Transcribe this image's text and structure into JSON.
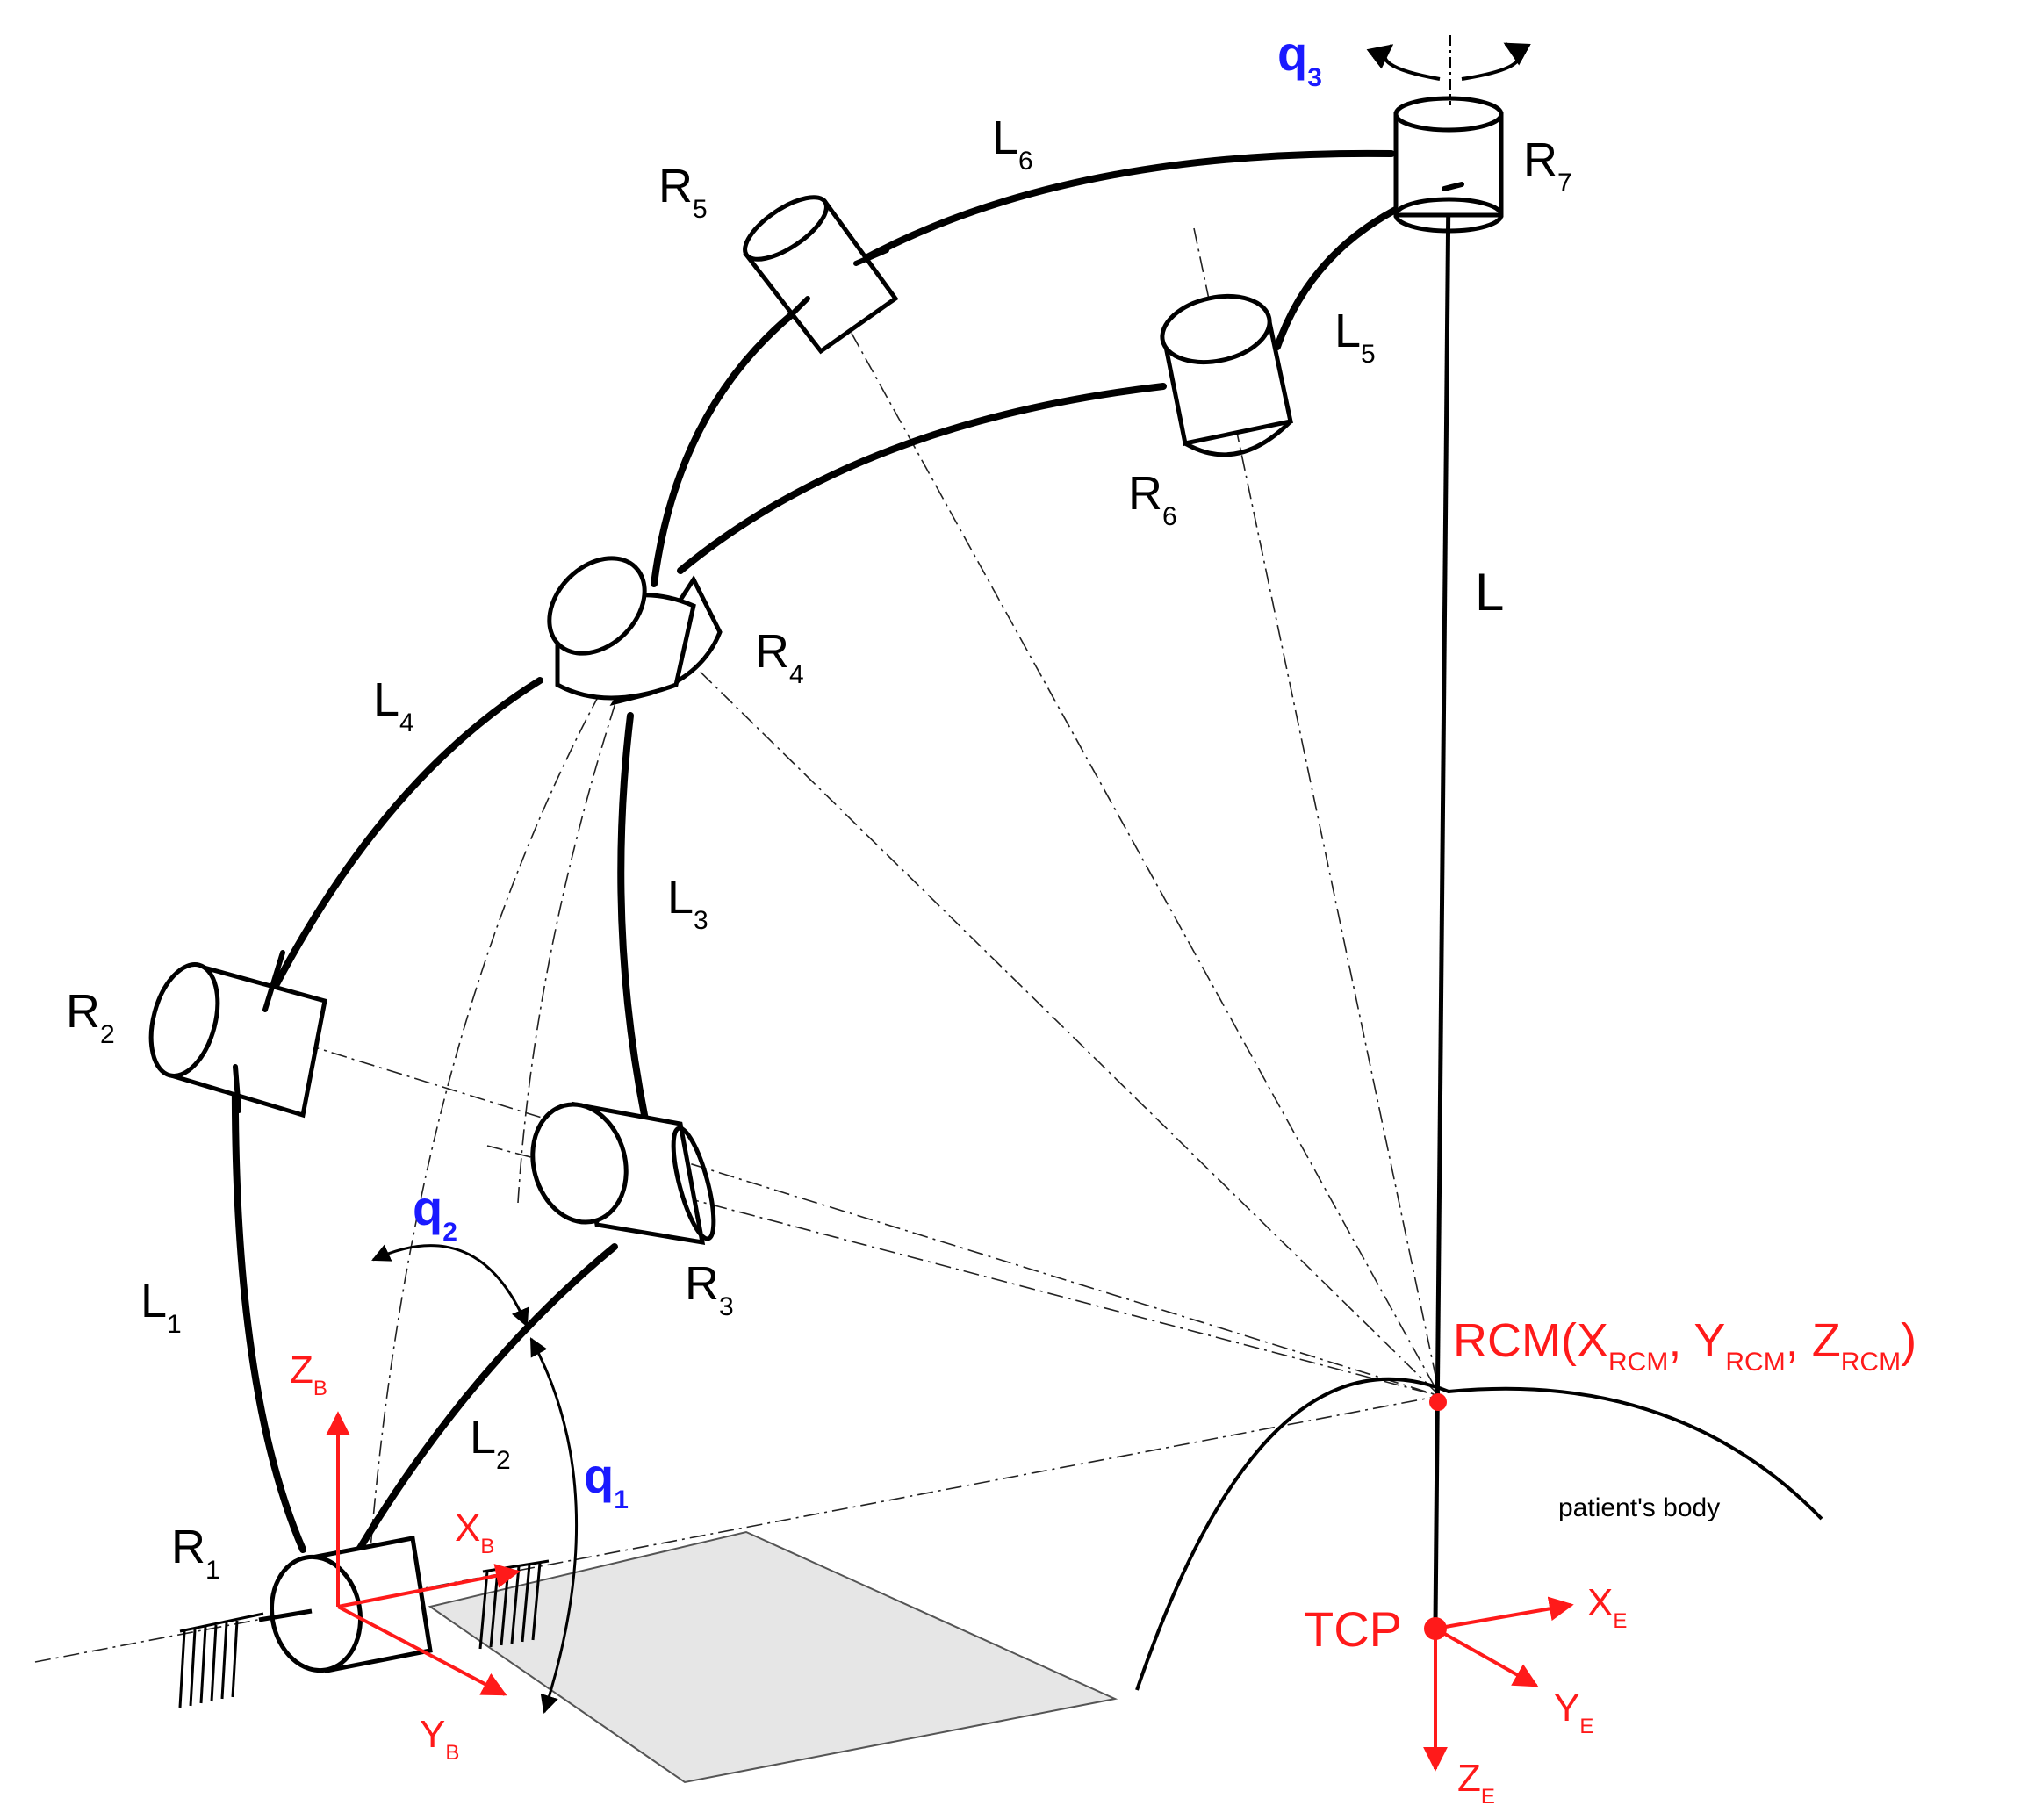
{
  "colors": {
    "ink": "#000000",
    "frame": "#ff1a1a",
    "angle": "#1a1aff",
    "plane": "#e6e6e6"
  },
  "joints": {
    "r1": {
      "base": "R",
      "sub": "1"
    },
    "r2": {
      "base": "R",
      "sub": "2"
    },
    "r3": {
      "base": "R",
      "sub": "3"
    },
    "r4": {
      "base": "R",
      "sub": "4"
    },
    "r5": {
      "base": "R",
      "sub": "5"
    },
    "r6": {
      "base": "R",
      "sub": "6"
    },
    "r7": {
      "base": "R",
      "sub": "7"
    }
  },
  "links": {
    "l1": {
      "base": "L",
      "sub": "1"
    },
    "l2": {
      "base": "L",
      "sub": "2"
    },
    "l3": {
      "base": "L",
      "sub": "3"
    },
    "l4": {
      "base": "L",
      "sub": "4"
    },
    "l5": {
      "base": "L",
      "sub": "5"
    },
    "l6": {
      "base": "L",
      "sub": "6"
    },
    "tool": "L"
  },
  "angles": {
    "q1": {
      "base": "q",
      "sub": "1"
    },
    "q2": {
      "base": "q",
      "sub": "2"
    },
    "q3": {
      "base": "q",
      "sub": "3"
    }
  },
  "base_frame": {
    "x": {
      "base": "X",
      "sub": "B"
    },
    "y": {
      "base": "Y",
      "sub": "B"
    },
    "z": {
      "base": "Z",
      "sub": "B"
    }
  },
  "end_frame": {
    "x": {
      "base": "X",
      "sub": "E"
    },
    "y": {
      "base": "Y",
      "sub": "E"
    },
    "z": {
      "base": "Z",
      "sub": "E"
    }
  },
  "rcm": {
    "prefix": "RCM(",
    "x_base": "X",
    "x_sub": "RCM",
    "sep1": ", ",
    "y_base": "Y",
    "y_sub": "RCM",
    "sep2": ", ",
    "z_base": "Z",
    "z_sub": "RCM",
    "suffix": ")"
  },
  "tcp_label": "TCP",
  "patient_label": "patient's body"
}
